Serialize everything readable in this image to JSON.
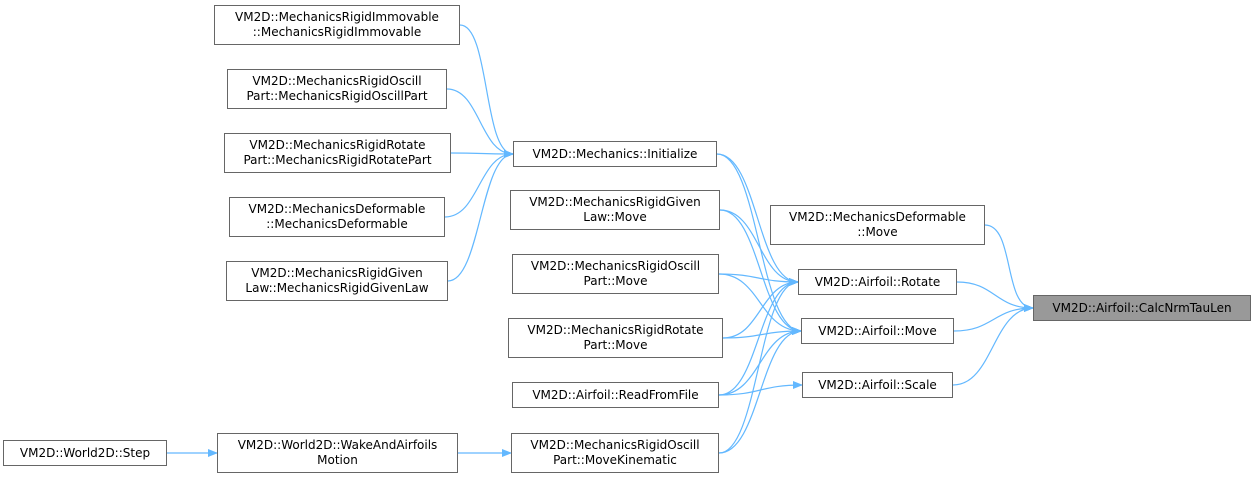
{
  "diagram": {
    "type": "caller-graph",
    "colors": {
      "edge": "#63b8ff",
      "node_border": "#666666",
      "focus_fill": "#999999",
      "background": "#ffffff"
    },
    "nodes": [
      {
        "id": "immovable_ctor",
        "lines": [
          "VM2D::MechanicsRigidImmovable",
          "::MechanicsRigidImmovable"
        ]
      },
      {
        "id": "oscill_ctor",
        "lines": [
          "VM2D::MechanicsRigidOscill",
          "Part::MechanicsRigidOscillPart"
        ]
      },
      {
        "id": "rotate_ctor",
        "lines": [
          "VM2D::MechanicsRigidRotate",
          "Part::MechanicsRigidRotatePart"
        ]
      },
      {
        "id": "deformable_ctor",
        "lines": [
          "VM2D::MechanicsDeformable",
          "::MechanicsDeformable"
        ]
      },
      {
        "id": "givenlaw_ctor",
        "lines": [
          "VM2D::MechanicsRigidGiven",
          "Law::MechanicsRigidGivenLaw"
        ]
      },
      {
        "id": "world_step",
        "lines": [
          "VM2D::World2D::Step"
        ]
      },
      {
        "id": "wake_motion",
        "lines": [
          "VM2D::World2D::WakeAndAirfoils",
          "Motion"
        ]
      },
      {
        "id": "mech_init",
        "lines": [
          "VM2D::Mechanics::Initialize"
        ]
      },
      {
        "id": "givenlaw_move",
        "lines": [
          "VM2D::MechanicsRigidGiven",
          "Law::Move"
        ]
      },
      {
        "id": "oscill_move",
        "lines": [
          "VM2D::MechanicsRigidOscill",
          "Part::Move"
        ]
      },
      {
        "id": "rotate_move",
        "lines": [
          "VM2D::MechanicsRigidRotate",
          "Part::Move"
        ]
      },
      {
        "id": "read_from_file",
        "lines": [
          "VM2D::Airfoil::ReadFromFile"
        ]
      },
      {
        "id": "move_kinematic",
        "lines": [
          "VM2D::MechanicsRigidOscill",
          "Part::MoveKinematic"
        ]
      },
      {
        "id": "deformable_move",
        "lines": [
          "VM2D::MechanicsDeformable",
          "::Move"
        ]
      },
      {
        "id": "airfoil_rotate",
        "lines": [
          "VM2D::Airfoil::Rotate"
        ]
      },
      {
        "id": "airfoil_move",
        "lines": [
          "VM2D::Airfoil::Move"
        ]
      },
      {
        "id": "airfoil_scale",
        "lines": [
          "VM2D::Airfoil::Scale"
        ]
      },
      {
        "id": "calc_nrm_tau_len",
        "lines": [
          "VM2D::Airfoil::CalcNrmTauLen"
        ],
        "focus": true
      }
    ],
    "edges": [
      {
        "from": "immovable_ctor",
        "to": "mech_init"
      },
      {
        "from": "oscill_ctor",
        "to": "mech_init"
      },
      {
        "from": "rotate_ctor",
        "to": "mech_init"
      },
      {
        "from": "deformable_ctor",
        "to": "mech_init"
      },
      {
        "from": "givenlaw_ctor",
        "to": "mech_init"
      },
      {
        "from": "world_step",
        "to": "wake_motion"
      },
      {
        "from": "wake_motion",
        "to": "move_kinematic"
      },
      {
        "from": "mech_init",
        "to": "airfoil_rotate"
      },
      {
        "from": "mech_init",
        "to": "airfoil_move"
      },
      {
        "from": "givenlaw_move",
        "to": "airfoil_rotate"
      },
      {
        "from": "givenlaw_move",
        "to": "airfoil_move"
      },
      {
        "from": "oscill_move",
        "to": "airfoil_rotate"
      },
      {
        "from": "oscill_move",
        "to": "airfoil_move"
      },
      {
        "from": "rotate_move",
        "to": "airfoil_rotate"
      },
      {
        "from": "rotate_move",
        "to": "airfoil_move"
      },
      {
        "from": "read_from_file",
        "to": "airfoil_rotate"
      },
      {
        "from": "read_from_file",
        "to": "airfoil_move"
      },
      {
        "from": "read_from_file",
        "to": "airfoil_scale"
      },
      {
        "from": "move_kinematic",
        "to": "airfoil_rotate"
      },
      {
        "from": "move_kinematic",
        "to": "airfoil_move"
      },
      {
        "from": "deformable_move",
        "to": "calc_nrm_tau_len"
      },
      {
        "from": "airfoil_rotate",
        "to": "calc_nrm_tau_len"
      },
      {
        "from": "airfoil_move",
        "to": "calc_nrm_tau_len"
      },
      {
        "from": "airfoil_scale",
        "to": "calc_nrm_tau_len"
      }
    ]
  }
}
